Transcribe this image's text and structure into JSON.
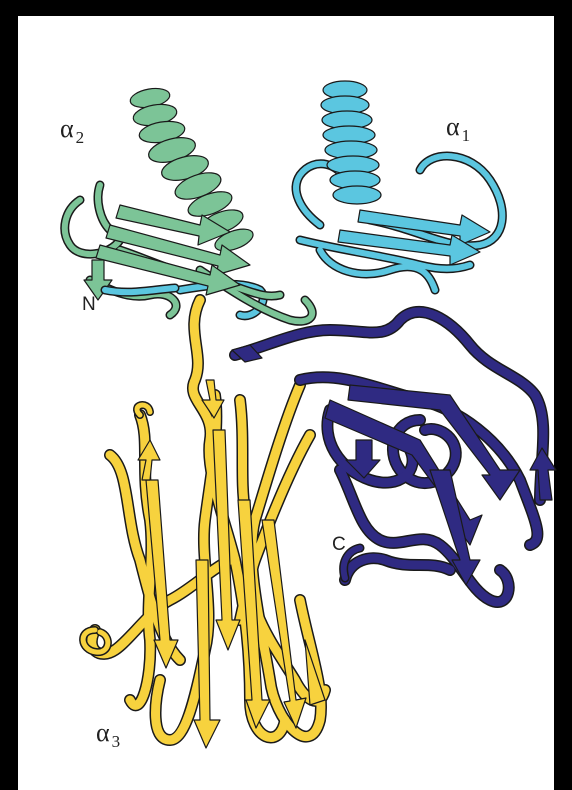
{
  "figure": {
    "labels": {
      "alpha1": {
        "greek": "α",
        "sub": "1"
      },
      "alpha2": {
        "greek": "α",
        "sub": "2"
      },
      "alpha3": {
        "greek": "α",
        "sub": "3"
      },
      "n_terminus": "N",
      "c_terminus": "C"
    },
    "colors": {
      "background_border": "#000000",
      "panel": "#ffffff",
      "alpha1_domain": "#5bc6e0",
      "alpha2_domain": "#7cc497",
      "alpha3_domain": "#f7d23e",
      "beta2m_domain": "#2f2a82",
      "outline": "#1a1a1a"
    }
  }
}
